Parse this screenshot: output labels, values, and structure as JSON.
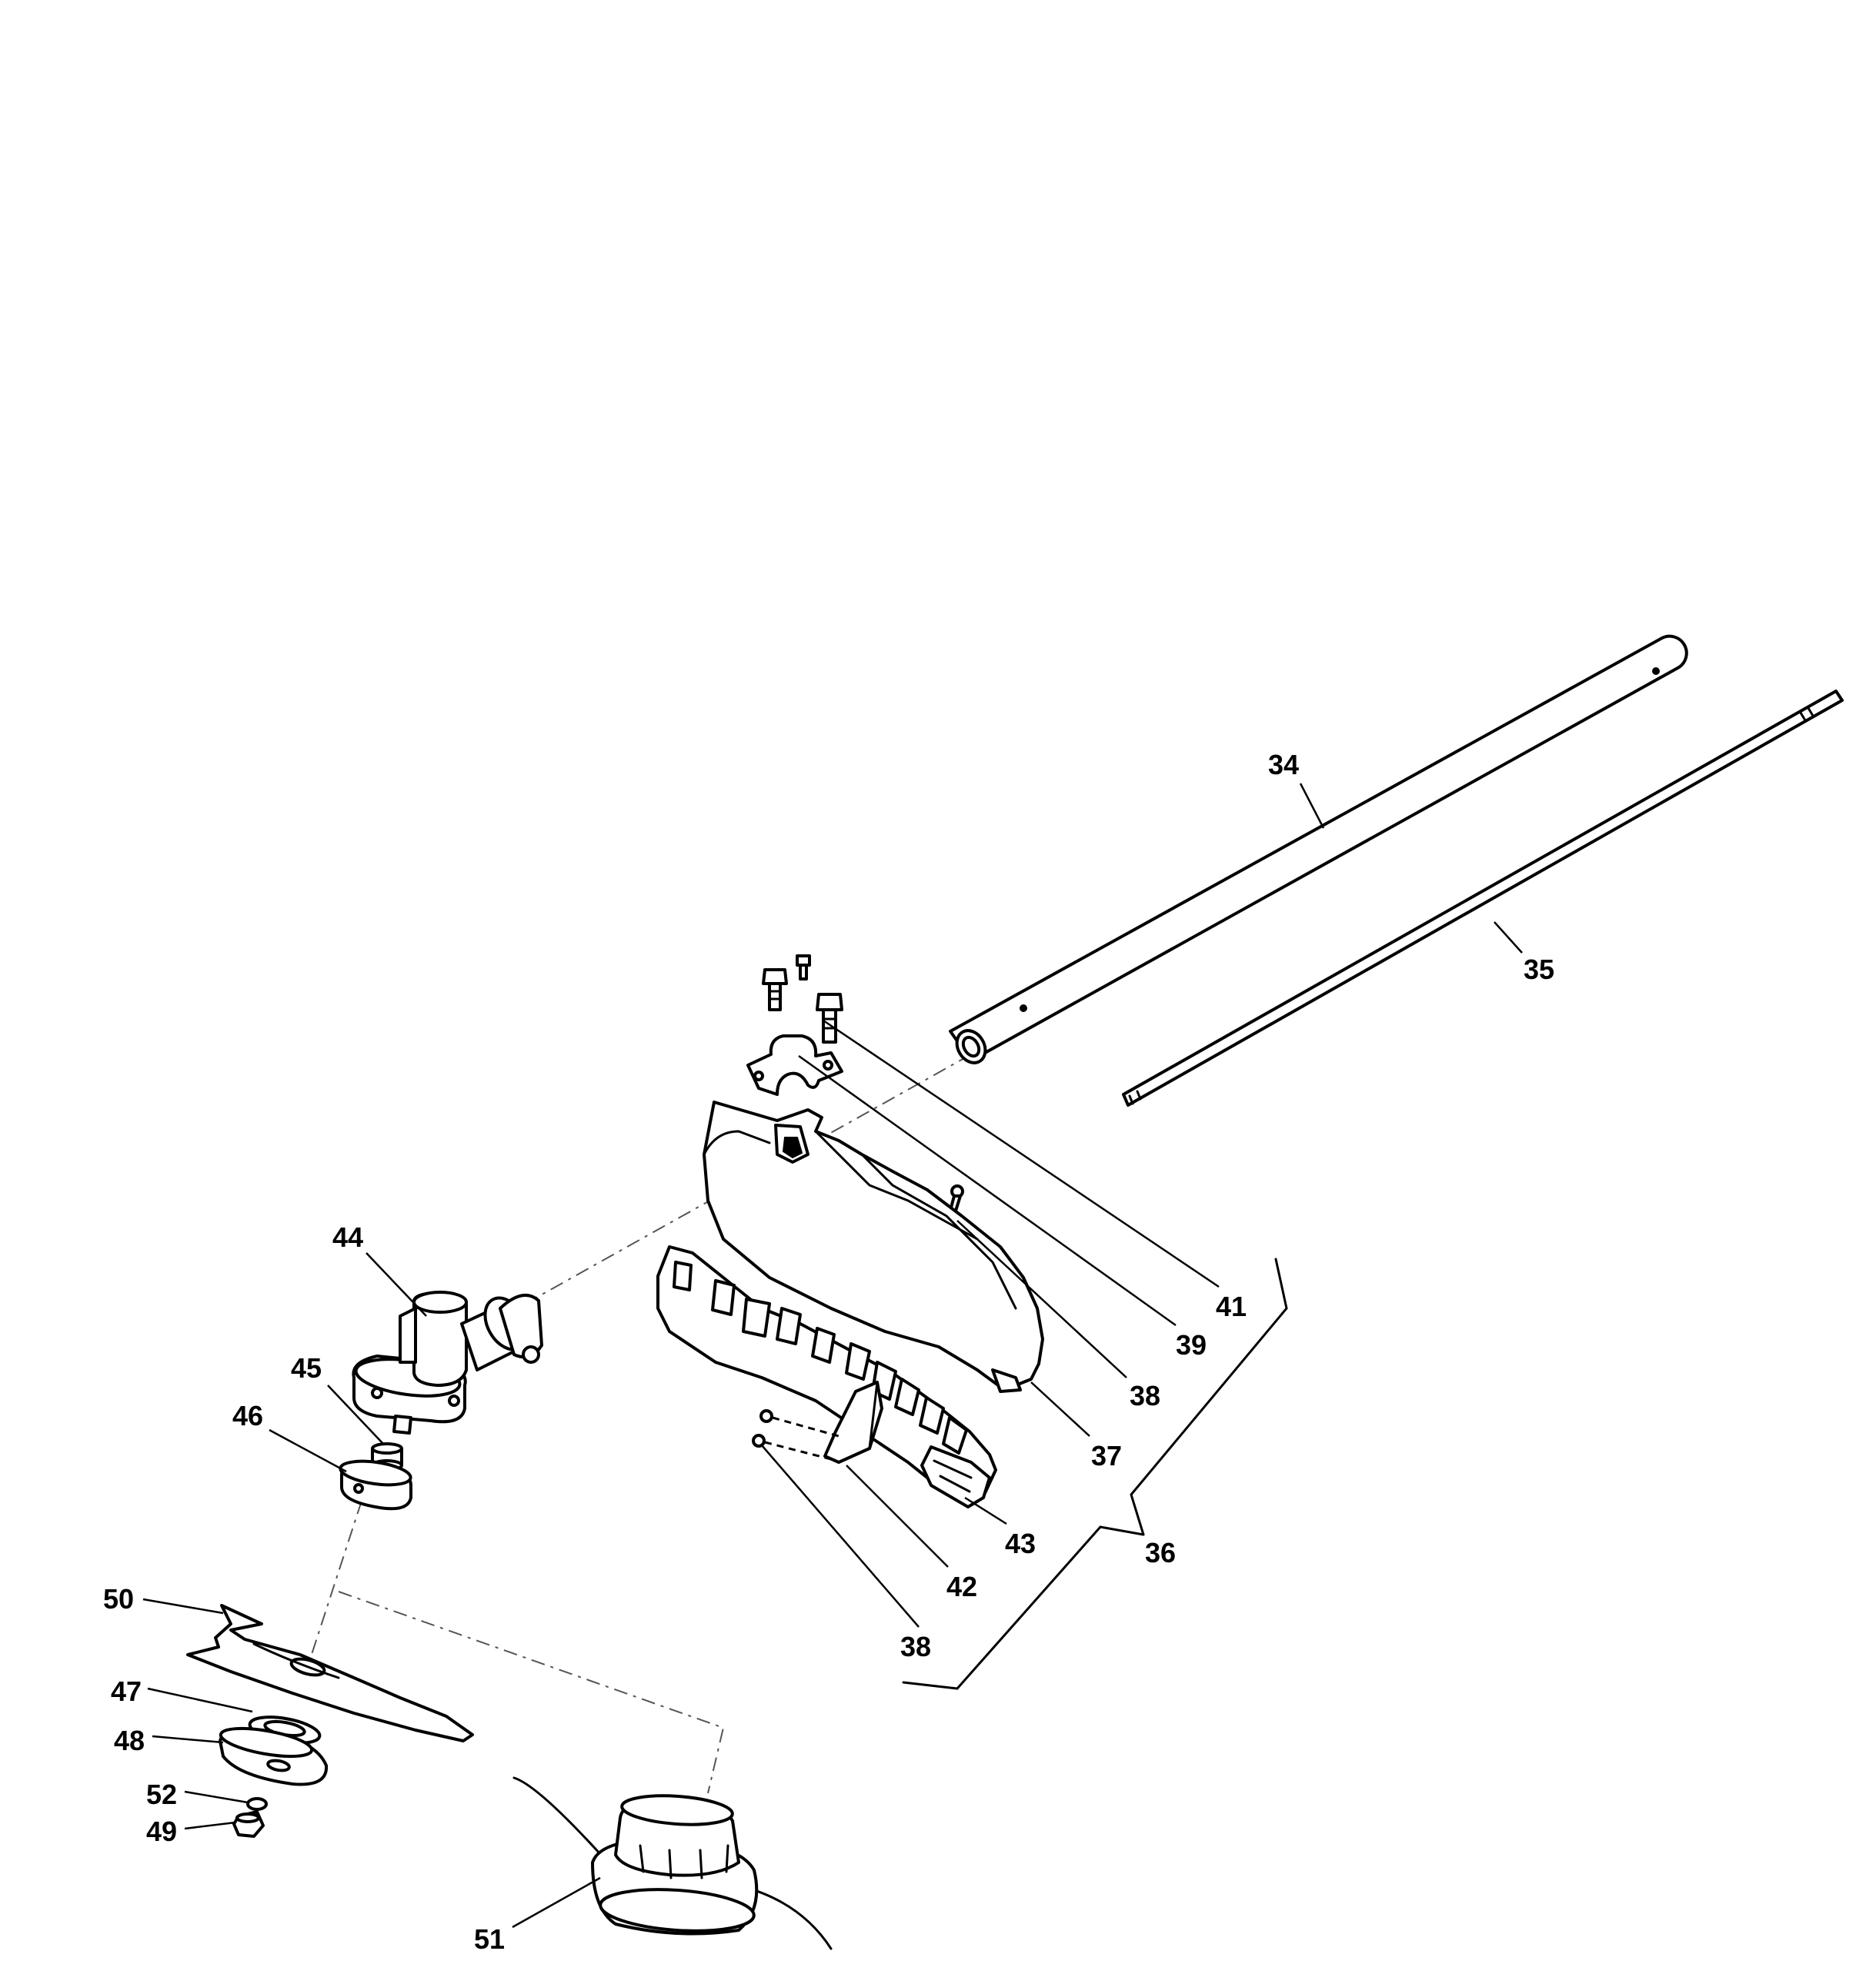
{
  "colors": {
    "line": "#000000",
    "background": "#ffffff",
    "centerline": "#555555"
  },
  "callouts": [
    {
      "id": "34",
      "text": "34"
    },
    {
      "id": "35",
      "text": "35"
    },
    {
      "id": "36",
      "text": "36"
    },
    {
      "id": "37",
      "text": "37"
    },
    {
      "id": "38a",
      "text": "38"
    },
    {
      "id": "38b",
      "text": "38"
    },
    {
      "id": "39",
      "text": "39"
    },
    {
      "id": "41",
      "text": "41"
    },
    {
      "id": "42",
      "text": "42"
    },
    {
      "id": "43",
      "text": "43"
    },
    {
      "id": "44",
      "text": "44"
    },
    {
      "id": "45",
      "text": "45"
    },
    {
      "id": "46",
      "text": "46"
    },
    {
      "id": "47",
      "text": "47"
    },
    {
      "id": "48",
      "text": "48"
    },
    {
      "id": "49",
      "text": "49"
    },
    {
      "id": "50",
      "text": "50"
    },
    {
      "id": "51",
      "text": "51"
    },
    {
      "id": "52",
      "text": "52"
    }
  ]
}
